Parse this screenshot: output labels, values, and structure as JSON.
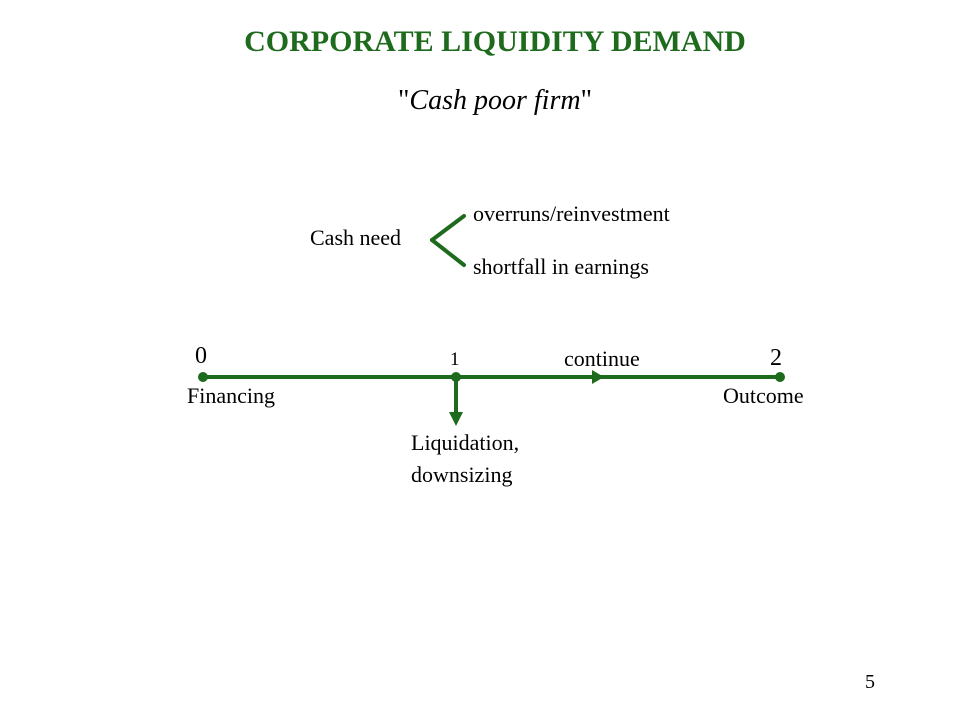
{
  "slide": {
    "title": "CORPORATE LIQUIDITY DEMAND",
    "subtitle_quote_open": "\"",
    "subtitle_text": "Cash poor firm",
    "subtitle_quote_close": "\"",
    "page_number": "5"
  },
  "colors": {
    "title": "#1e6b1e",
    "lines": "#1e6b1e",
    "text": "#000000"
  },
  "cash_need": {
    "label": "Cash need",
    "branches": [
      "overruns/reinvestment",
      "shortfall in earnings"
    ]
  },
  "timeline": {
    "points": [
      {
        "number": "0",
        "label": "Financing"
      },
      {
        "number": "1",
        "label": ""
      },
      {
        "number": "2",
        "label": "Outcome"
      }
    ],
    "continue_label": "continue",
    "liquidation_lines": [
      "Liquidation,",
      "downsizing"
    ]
  }
}
